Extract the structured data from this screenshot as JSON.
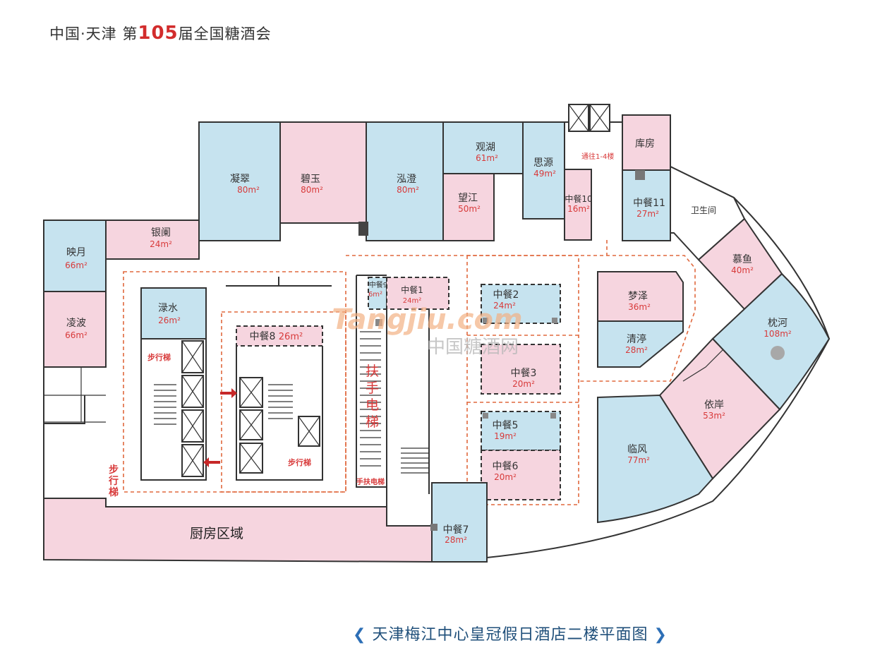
{
  "header": {
    "prefix": "中国·天津 第",
    "number": "105",
    "suffix": "届全国糖酒会"
  },
  "footer": {
    "left_arrow": "❮",
    "title": "天津梅江中心皇冠假日酒店二楼平面图",
    "right_arrow": "❯"
  },
  "watermark": {
    "latin": "Tangjiu.com",
    "cn": "中国糖酒网"
  },
  "colors": {
    "blue": "#c6e3ef",
    "pink": "#f6d5df",
    "wall": "#333333",
    "dash": "#e0683d",
    "red_text": "#d83a3a"
  },
  "rooms": {
    "ningcui": {
      "name": "凝翠",
      "area": "80m²"
    },
    "biyu": {
      "name": "碧玉",
      "area": "80m²"
    },
    "hongcheng": {
      "name": "泓澄",
      "area": "80m²"
    },
    "guanhu": {
      "name": "观湖",
      "area": "61m²"
    },
    "siyuan": {
      "name": "思源",
      "area": "49m²"
    },
    "wangjiang": {
      "name": "望江",
      "area": "50m²"
    },
    "kufang": {
      "name": "库房"
    },
    "zc10": {
      "name": "中餐10",
      "area": "16m²"
    },
    "zc11": {
      "name": "中餐11",
      "area": "27m²"
    },
    "toilet": {
      "name": "卫生间"
    },
    "muyu": {
      "name": "慕鱼",
      "area": "40m²"
    },
    "zhenhe": {
      "name": "枕河",
      "area": "108m²"
    },
    "yiyan": {
      "name": "依岸",
      "area": "53m²"
    },
    "linfeng": {
      "name": "临风",
      "area": "77m²"
    },
    "mengze": {
      "name": "梦泽",
      "area": "36m²"
    },
    "qingting": {
      "name": "清渟",
      "area": "28m²"
    },
    "yingyue": {
      "name": "映月",
      "area": "66m²"
    },
    "lingbo": {
      "name": "凌波",
      "area": "66m²"
    },
    "yinlan": {
      "name": "银阑",
      "area": "24m²"
    },
    "lushui": {
      "name": "渌水",
      "area": "26m²"
    },
    "zc8": {
      "name": "中餐8",
      "area": "26m²"
    },
    "zc9": {
      "name": "中餐9",
      "area": "6m²"
    },
    "zc1": {
      "name": "中餐1",
      "area": "24m²"
    },
    "zc2": {
      "name": "中餐2",
      "area": "24m²"
    },
    "zc3": {
      "name": "中餐3",
      "area": "20m²"
    },
    "zc5": {
      "name": "中餐5",
      "area": "19m²"
    },
    "zc6": {
      "name": "中餐6",
      "area": "20m²"
    },
    "zc7": {
      "name": "中餐7",
      "area": "28m²"
    },
    "kitchen": {
      "name": "厨房区域"
    }
  },
  "labels": {
    "stair_a": "步行梯",
    "stair_b": "步行梯",
    "stair_c_chars": [
      "步",
      "行",
      "梯"
    ],
    "escalator_chars": [
      "扶",
      "手",
      "电",
      "梯"
    ],
    "escalator_small": "手扶电梯",
    "to_floors": "通往1-4楼"
  }
}
